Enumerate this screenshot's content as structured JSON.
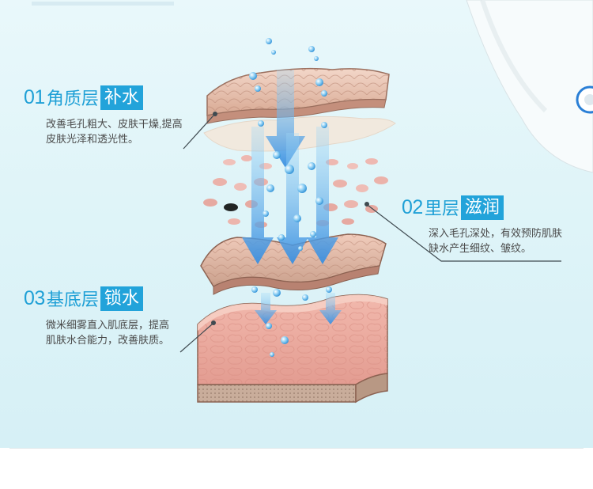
{
  "sections": [
    {
      "num": "01",
      "name": "角质层",
      "tag": "补水",
      "desc_lines": [
        "改善毛孔粗大、皮肤干燥,提高",
        "皮肤光泽和透光性。"
      ]
    },
    {
      "num": "02",
      "name": "里层",
      "tag": "滋润",
      "desc_lines": [
        "深入毛孔深处，有效预防肌肤",
        "缺水产生细纹、皱纹。"
      ]
    },
    {
      "num": "03",
      "name": "基底层",
      "tag": "锁水",
      "desc_lines": [
        "微米细雾直入肌底层，提高",
        "肌肤水合能力，改善肤质。"
      ]
    }
  ],
  "colors": {
    "accent": "#22a3da",
    "heading_text": "#1fa0d6",
    "body_text": "#4a4a4a",
    "background": "#dff4f8"
  },
  "icons": [
    "water-droplet-icon",
    "down-arrow-icon",
    "skin-layer-illustration",
    "device-dial-icon"
  ]
}
